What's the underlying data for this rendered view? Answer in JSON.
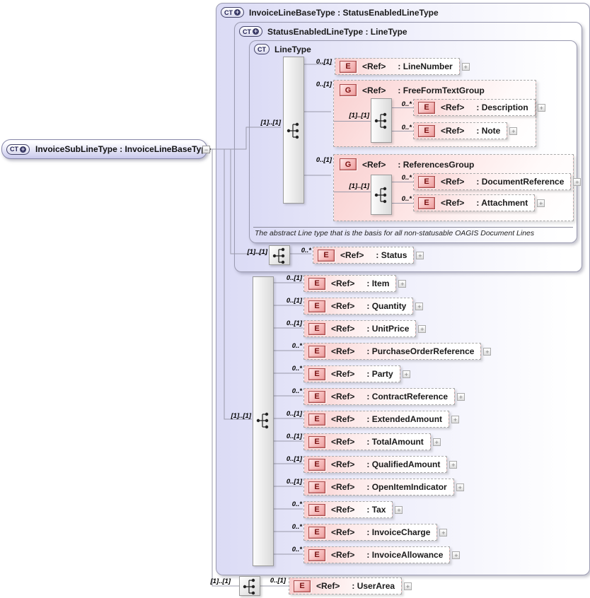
{
  "icons": {
    "ct": "CT",
    "e": "E",
    "g": "G",
    "plus": "+",
    "minus": "−"
  },
  "root_type": {
    "label": "InvoiceSubLineType : InvoiceLineBaseType"
  },
  "outer_container": {
    "title": "InvoiceLineBaseType : StatusEnabledLineType"
  },
  "status_enabled_container": {
    "title": "StatusEnabledLineType : LineType"
  },
  "line_type": {
    "title": "LineType",
    "annotation": "The abstract Line type that is the basis for all non-statusable OAGIS Document Lines",
    "seq_card": "[1]..[1]",
    "line_number": {
      "card": "0..[1]",
      "ref": "<Ref>",
      "label": ": LineNumber"
    },
    "free_form_text_group": {
      "card": "0..[1]",
      "ref": "<Ref>",
      "label": ": FreeFormTextGroup",
      "seq_card": "[1]..[1]",
      "description": {
        "card": "0..*",
        "ref": "<Ref>",
        "label": ": Description"
      },
      "note": {
        "card": "0..*",
        "ref": "<Ref>",
        "label": ": Note"
      }
    },
    "references_group": {
      "card": "0..[1]",
      "ref": "<Ref>",
      "label": ": ReferencesGroup",
      "seq_card": "[1]..[1]",
      "document_reference": {
        "card": "0..*",
        "ref": "<Ref>",
        "label": ": DocumentReference"
      },
      "attachment": {
        "card": "0..*",
        "ref": "<Ref>",
        "label": ": Attachment"
      }
    }
  },
  "status_row": {
    "seq_card": "[1]..[1]",
    "card": "0..*",
    "ref": "<Ref>",
    "label": ": Status"
  },
  "main_sequence": {
    "seq_card": "[1]..[1]",
    "rows": [
      {
        "card": "0..[1]",
        "ref": "<Ref>",
        "label": ": Item"
      },
      {
        "card": "0..[1]",
        "ref": "<Ref>",
        "label": ": Quantity"
      },
      {
        "card": "0..[1]",
        "ref": "<Ref>",
        "label": ": UnitPrice"
      },
      {
        "card": "0..*",
        "ref": "<Ref>",
        "label": ": PurchaseOrderReference"
      },
      {
        "card": "0..*",
        "ref": "<Ref>",
        "label": ": Party"
      },
      {
        "card": "0..*",
        "ref": "<Ref>",
        "label": ": ContractReference"
      },
      {
        "card": "0..[1]",
        "ref": "<Ref>",
        "label": ": ExtendedAmount"
      },
      {
        "card": "0..[1]",
        "ref": "<Ref>",
        "label": ": TotalAmount"
      },
      {
        "card": "0..[1]",
        "ref": "<Ref>",
        "label": ": QualifiedAmount"
      },
      {
        "card": "0..[1]",
        "ref": "<Ref>",
        "label": ": OpenItemIndicator"
      },
      {
        "card": "0..*",
        "ref": "<Ref>",
        "label": ": Tax"
      },
      {
        "card": "0..*",
        "ref": "<Ref>",
        "label": ": InvoiceCharge"
      },
      {
        "card": "0..*",
        "ref": "<Ref>",
        "label": ": InvoiceAllowance"
      }
    ]
  },
  "user_area": {
    "seq_card": "[1]..[1]",
    "card": "0..[1]",
    "ref": "<Ref>",
    "label": ": UserArea"
  }
}
